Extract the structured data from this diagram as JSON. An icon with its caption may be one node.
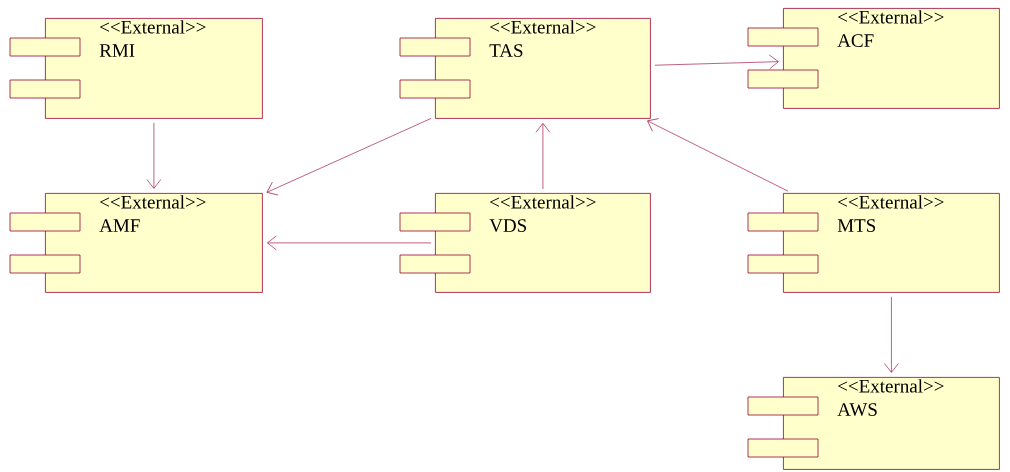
{
  "diagram": {
    "nodes": [
      {
        "text": [
          "<<External>>",
          "RMI"
        ]
      },
      {
        "text": [
          "<<External>>",
          "TAS"
        ]
      },
      {
        "text": [
          "<<External>>",
          "ACF"
        ]
      },
      {
        "text": [
          "<<External>>",
          "AMF"
        ]
      },
      {
        "text": [
          "<<External>>",
          "VDS"
        ]
      },
      {
        "text": [
          "<<External>>",
          "MTS"
        ]
      },
      {
        "text": [
          "<<External>>",
          "AWS"
        ]
      }
    ],
    "edges": [
      {
        "from": 0,
        "to": 3,
        "arrow": "to"
      },
      {
        "from": 1,
        "to": 3,
        "arrow": "to"
      },
      {
        "from": 1,
        "to": 2,
        "arrow": "to"
      },
      {
        "from": 4,
        "to": 1,
        "arrow": "to"
      },
      {
        "from": 4,
        "to": 3,
        "arrow": "to"
      },
      {
        "from": 5,
        "to": 1,
        "arrow": "to"
      },
      {
        "from": 5,
        "to": 6,
        "arrow": "to"
      }
    ]
  }
}
